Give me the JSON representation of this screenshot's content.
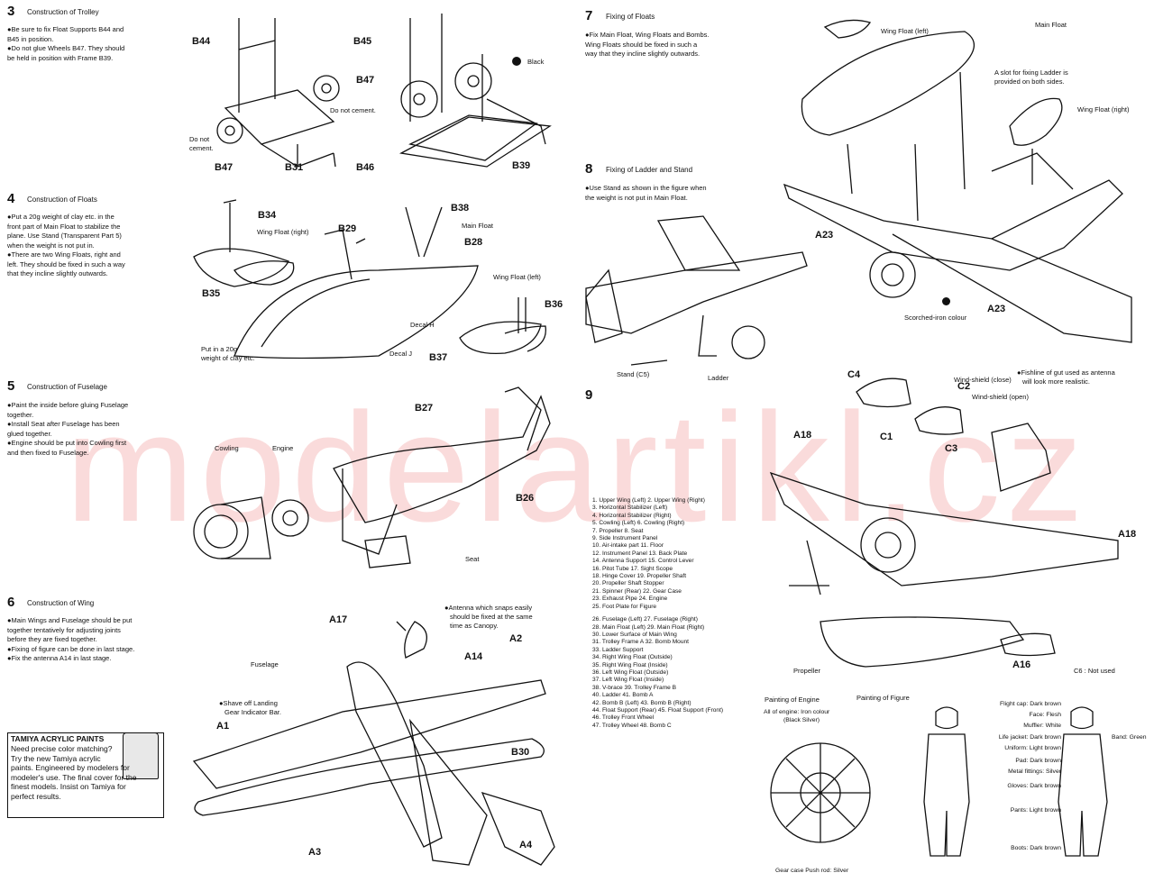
{
  "sections": {
    "s3": {
      "num": "3",
      "title": "Construction of Trolley",
      "lines": [
        "●Be sure to fix Float Supports B44 and",
        "  B45 in position.",
        "●Do not glue Wheels B47.  They should",
        "  be held in position with Frame B39."
      ]
    },
    "s4": {
      "num": "4",
      "title": "Construction of Floats",
      "lines": [
        "●Put a 20g weight of clay etc. in the",
        "  front part of Main Float to stabilize the",
        "  plane.  Use Stand (Transparent Part 5)",
        "  when the weight is not put in.",
        "●There are two Wing Floats, right and",
        "  left. They should be fixed in such a way",
        "  that they incline slightly outwards."
      ]
    },
    "s5": {
      "num": "5",
      "title": "Construction of Fuselage",
      "lines": [
        "●Paint the inside before gluing Fuselage",
        "  together.",
        "●Install Seat after Fuselage has been",
        "  glued together.",
        "●Engine should be put into Cowling first",
        "  and then fixed to Fuselage."
      ]
    },
    "s6": {
      "num": "6",
      "title": "Construction of Wing",
      "lines": [
        "●Main Wings and Fuselage should be put",
        "  together tentatively for adjusting joints",
        "  before they are fixed together.",
        "●Fixing of figure can be done in last stage.",
        "●Fix the antenna A14 in last stage."
      ]
    },
    "s7": {
      "num": "7",
      "title": "Fixing of Floats",
      "lines": [
        "●Fix Main Float, Wing Floats and Bombs.",
        "  Wing Floats should be fixed in such a",
        "  way that they incline slightly outwards."
      ]
    },
    "s8": {
      "num": "8",
      "title": "Fixing of Ladder and Stand",
      "lines": [
        "●Use Stand as shown in the figure when",
        "  the weight is not put in Main Float."
      ]
    },
    "s9": {
      "num": "9"
    }
  },
  "labels3": {
    "b44": "B44",
    "b45": "B45",
    "b47a": "B47",
    "no_cement": "Do not cement.",
    "do_not_cement": "Do not",
    "cement2": "cement.",
    "b47b": "B47",
    "b31": "B31",
    "b46": "B46",
    "black": "Black",
    "b39": "B39"
  },
  "labels4": {
    "b34": "B34",
    "wf_right": "Wing Float (right)",
    "b29": "B29",
    "b38": "B38",
    "main_float": "Main Float",
    "b28": "B28",
    "wf_left": "Wing Float (left)",
    "b36": "B36",
    "b35": "B35",
    "decal_h": "Decal H",
    "decal_j": "Decal J",
    "clay1": "Put in a 20g",
    "clay2": "weight of clay etc.",
    "b37": "B37"
  },
  "labels5": {
    "b27": "B27",
    "cowling": "Cowling",
    "engine": "Engine",
    "b26": "B26",
    "seat": "Seat"
  },
  "labels6": {
    "a17": "A17",
    "antenna1": "●Antenna which snaps easily",
    "antenna2": "should be fixed at the same",
    "antenna3": "time as Canopy.",
    "a14": "A14",
    "a2": "A2",
    "fuselage": "Fuselage",
    "shave1": "●Shave off Landing",
    "shave2": "Gear Indicator Bar.",
    "a1": "A1",
    "b30": "B30",
    "a3": "A3",
    "a4": "A4"
  },
  "labels7": {
    "wf_left": "Wing Float (left)",
    "main_float": "Main Float",
    "slot1": "A slot for fixing Ladder is",
    "slot2": "provided on both sides.",
    "wf_right": "Wing Float (right)",
    "a23a": "A23",
    "a23b": "A23",
    "scorched": "Scorched-iron colour"
  },
  "labels8": {
    "stand": "Stand (C5)",
    "ladder": "Ladder"
  },
  "labels9": {
    "c4": "C4",
    "ws_close": "Wind-shield (close)",
    "fishline1": "●Fishline of gut used as antenna",
    "fishline2": "will look more realistic.",
    "c2": "C2",
    "ws_open": "Wind-shield (open)",
    "a18a": "A18",
    "c1": "C1",
    "c3": "C3",
    "a18b": "A18",
    "propeller": "Propeller",
    "a16": "A16",
    "c6": "C6 : Not used"
  },
  "parts_list": [
    "1. Upper Wing (Left)   2. Upper Wing (Right)",
    "3. Horizontal Stabilizer (Left)",
    "4. Horizontal Stabilizer (Right)",
    "5. Cowling (Left)       6. Cowling (Right)",
    "7. Propeller              8. Seat",
    "9. Side Instrument Panel",
    "10. Air-intake part      11. Floor",
    "12. Instrument Panel    13. Back Plate",
    "14. Antenna Support    15. Control  Lever",
    "16. Pitot Tube              17. Sight Scope",
    "18. Hinge Cover          19. Propeller Shaft",
    "20. Propeller Shaft Stopper",
    "21. Spinner (Rear)       22. Gear Case",
    "23. Exhaust Pipe          24. Engine",
    "25. Foot Plate for Figure",
    "",
    "26. Fuselage (Left)       27. Fuselage (Right)",
    "28. Main Float (Left)    29. Main Float (Right)",
    "30. Lower Surface of Main Wing",
    "31. Trolley Frame A      32. Bomb Mount",
    "33. Ladder Support",
    "34. Right Wing Float (Outside)",
    "35. Right Wing Float (Inside)",
    "36. Left Wing Float (Outside)",
    "37. Left Wing Float (Inside)",
    "38. V-brace                 39. Trolley Frame B",
    "40. Ladder                  41. Bomb A",
    "42. Bomb B (Left)         43. Bomb B (Right)",
    "44. Float Support (Rear) 45. Float Support (Front)",
    "46. Trolley Front Wheel",
    "47. Trolley Wheel         48. Bomb C"
  ],
  "engine_paint": {
    "title": "Painting of Engine",
    "note1": "All of engine: Iron colour",
    "note2": "(Black  Silver)",
    "bottom": "Gear case  Push rod: Silver"
  },
  "figure_paint": {
    "title": "Painting of Figure",
    "items": [
      "Flight cap: Dark brown",
      "Face: Flesh",
      "Muffler: White",
      "Life jacket: Dark brown",
      "Uniform: Light brown",
      "Pad: Dark brown",
      "Metal fittings: Silver",
      "Gloves: Dark brown",
      "Pants: Light brown",
      "Boots: Dark brown"
    ],
    "band": "Band: Green"
  },
  "tamiya": {
    "title": "TAMIYA ACRYLIC PAINTS",
    "lines": [
      "Need precise color matching?",
      "Try the new Tamiya acrylic",
      "paints. Engineered by modelers for",
      "modeler's use. The final cover for the",
      "finest models. Insist on Tamiya for",
      "perfect results."
    ]
  },
  "watermark": "modelartikl.cz"
}
